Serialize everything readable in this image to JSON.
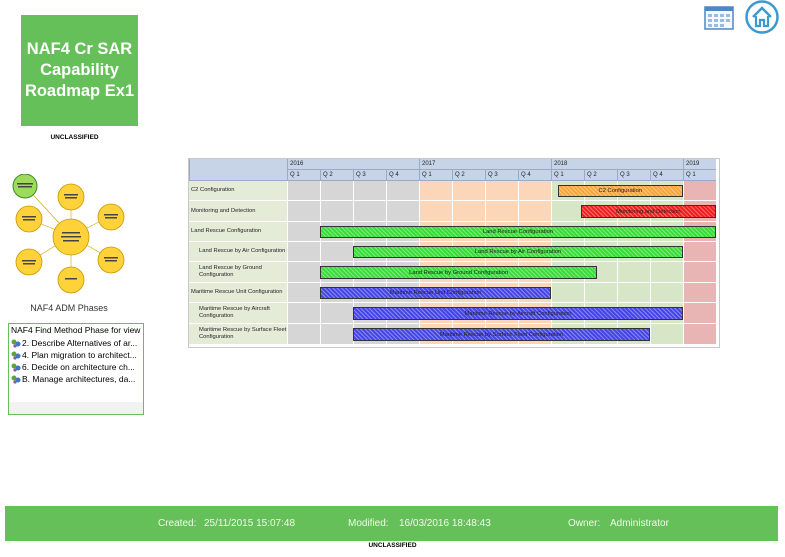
{
  "title": "NAF4 Cr SAR Capability Roadmap Ex1",
  "classification_top": "UNCLASSIFIED",
  "classification_bottom": "UNCLASSIFIED",
  "icons": {
    "calendar": "calendar-icon",
    "home": "home-icon"
  },
  "adm": {
    "label": "NAF4 ADM Phases"
  },
  "find_panel": {
    "header": "NAF4 Find Method Phase for view",
    "items": [
      "2. Describe Alternatives of ar...",
      "4. Plan migration to architect...",
      "6. Decide on architecture ch...",
      "B. Manage architectures, da..."
    ]
  },
  "gantt": {
    "years": [
      "2016",
      "2017",
      "2018",
      "2019"
    ],
    "quarters": [
      "Q 1",
      "Q 2",
      "Q 3",
      "Q 4",
      "Q 1",
      "Q 2",
      "Q 3",
      "Q 4",
      "Q 1",
      "Q 2",
      "Q 3",
      "Q 4",
      "Q 1"
    ],
    "rows": [
      {
        "label": "C2 Configuration",
        "indent": false,
        "bar_label": "C2 Configuration",
        "start_q": 8.2,
        "end_q": 12.0,
        "color": "#f7a63c"
      },
      {
        "label": "Monitoring and Detection",
        "indent": false,
        "bar_label": "Monitoring and Detection",
        "start_q": 8.9,
        "end_q": 13.0,
        "color": "#f02020"
      },
      {
        "label": "Land Rescue Configuration",
        "indent": false,
        "bar_label": "Land Rescue Configuration",
        "start_q": 1.0,
        "end_q": 13.0,
        "color": "#38dd38"
      },
      {
        "label": "Land Rescue by Air Configuration",
        "indent": true,
        "bar_label": "Land Rescue by Air Configuration",
        "start_q": 2.0,
        "end_q": 12.0,
        "color": "#38dd38"
      },
      {
        "label": "Land Rescue by Ground Configuration",
        "indent": true,
        "bar_label": "Land Rescue by Ground Configuration",
        "start_q": 1.0,
        "end_q": 9.4,
        "color": "#38dd38"
      },
      {
        "label": "Maritime Rescue Unit Configuration",
        "indent": false,
        "bar_label": "Maritime Rescue Unit Configuration",
        "start_q": 1.0,
        "end_q": 8.0,
        "color": "#4646e6"
      },
      {
        "label": "Maritime Rescue by Aircraft Configuration",
        "indent": true,
        "bar_label": "Maritime Rescue by Aircraft Configuration",
        "start_q": 2.0,
        "end_q": 12.0,
        "color": "#4646e6"
      },
      {
        "label": "Maritime Rescue by Surface Fleet Configuration",
        "indent": true,
        "bar_label": "Maritime Rescue by Surface Fleet Configuration",
        "start_q": 2.0,
        "end_q": 11.0,
        "color": "#4646e6"
      }
    ],
    "shading": [
      {
        "from_q": 0,
        "to_q": 4,
        "color": "#d6d6d6"
      },
      {
        "from_q": 4,
        "to_q": 8,
        "color": "#fcd6b8"
      },
      {
        "from_q": 8,
        "to_q": 12,
        "color": "#d7e6c6"
      },
      {
        "from_q": 12,
        "to_q": 13,
        "color": "#e8b4b4"
      }
    ]
  },
  "footer": {
    "created_label": "Created:",
    "created_value": "25/11/2015 15:07:48",
    "modified_label": "Modified:",
    "modified_value": "16/03/2016 18:48:43",
    "owner_label": "Owner:",
    "owner_value": "Administrator"
  }
}
